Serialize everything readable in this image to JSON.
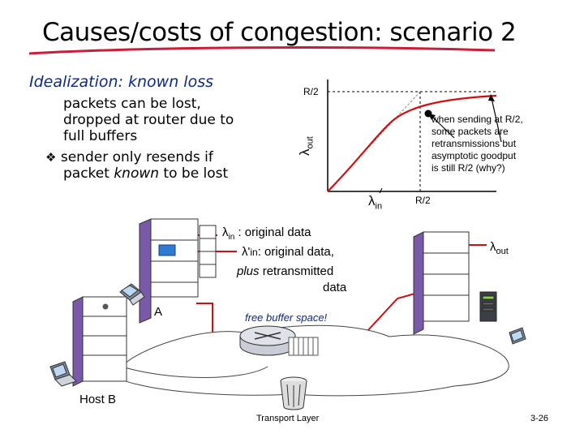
{
  "slide": {
    "title": "Causes/costs of congestion: scenario 2",
    "idealization_label": "Idealization: ",
    "idealization_rest": "known loss",
    "bullets": [
      {
        "lines": [
          "packets can be lost,",
          "dropped at router due  to",
          "full buffers"
        ]
      },
      {
        "icon": "diamond-bullet-icon",
        "parts": [
          "sender only resends if",
          "packet ",
          "known",
          " to be lost"
        ]
      }
    ]
  },
  "graph": {
    "y_tick": "R/2",
    "x_tick": "R/2",
    "y_axis_label_main": "λ",
    "y_axis_label_sub": "out",
    "x_axis_label_main": "λ",
    "x_axis_label_sub": "in",
    "note_lines": [
      "when sending at R/2,",
      "some packets are",
      "retransmissions but",
      "asymptotic goodput",
      "is still R/2 (why?)"
    ]
  },
  "network": {
    "lambda_in_label_main": "λ",
    "lambda_in_label_sub": "in",
    "lambda_in_desc": " : original data",
    "lambda_prime_main": "λ'",
    "lambda_prime_sub": "in",
    "lambda_prime_desc": ": original data,",
    "plus_word": "plus",
    "retransmitted": " retransmitted",
    "data_word": "data",
    "lambda_out_main": "λ",
    "lambda_out_sub": "out",
    "host_a": "A",
    "host_b": "Host B",
    "free_buffer": "free buffer space!"
  },
  "footer": {
    "center": "Transport Layer",
    "page": "3-26"
  },
  "colors": {
    "title_underline": "#c81e3a",
    "red_line": "#d01010",
    "curve": "#d01010",
    "accent_blue": "#0b2a8a"
  }
}
